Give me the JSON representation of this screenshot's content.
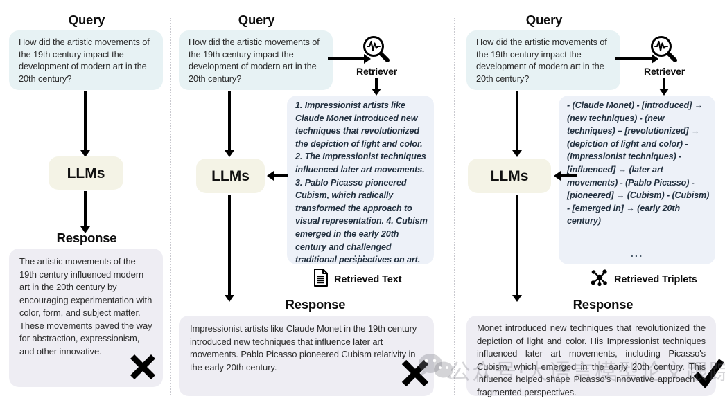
{
  "headings": {
    "query": "Query",
    "response": "Response",
    "retriever": "Retriever"
  },
  "llm_label": "LLMs",
  "query_text": "How did the artistic movements of the 19th century impact the development of modern art in the 20th century?",
  "ellipsis": "...",
  "columns": [
    {
      "id": "vanilla-llm",
      "query": "How did the artistic movements of the 19th century impact the development of modern art in the 20th century?",
      "response": "The artistic movements of the 19th century influenced modern art in the 20th century by encouraging experimentation with color, form, and subject matter. These movements paved the way for abstraction, expressionism, and other innovative.",
      "verdict": "cross"
    },
    {
      "id": "text-rag",
      "query": "How did the artistic movements of the 19th century impact the development of modern art in the 20th century?",
      "retrieved_label": "Retrieved Text",
      "retrieved_icon": "document-icon",
      "retrieved_items": [
        "1. Impressionist artists like Claude Monet introduced new techniques that revolutionized the depiction of light and color.",
        "2. The Impressionist techniques influenced later art movements.",
        "3. Pablo Picasso pioneered Cubism, which radically transformed the approach to visual representation.",
        "4. Cubism emerged in the early 20th century and challenged traditional perspectives on art."
      ],
      "response": "Impressionist artists like Claude Monet in the 19th century introduced new techniques that influence later art movements. Pablo Picasso pioneered Cubism relativity in the early 20th century.",
      "verdict": "cross"
    },
    {
      "id": "graph-rag",
      "query": "How did the artistic movements of the 19th century impact the development of modern art in the 20th century?",
      "retrieved_label": "Retrieved Triplets",
      "retrieved_icon": "graph-node-icon",
      "retrieved_items": [
        "- (Claude Monet) - [introduced] → (new techniques)",
        "- (new techniques) – [revolutionized] → (depiction of light and color)",
        "- (Impressionist techniques) - [influenced] → (later art movements)",
        "- (Pablo Picasso) - [pioneered] → (Cubism)",
        "- (Cubism) - [emerged in] → (early 20th century)"
      ],
      "response": "Monet introduced new techniques that revolutionized the depiction of light and color. His Impressionist techniques influenced later art movements, including Picasso's Cubism, which emerged in the early 20th century. This influence helped shape Picasso's innovative approach to fragmented perspectives.",
      "verdict": "check"
    }
  ],
  "watermark": {
    "text": "公众号·大语言模型论文跟踪",
    "logo": "wechat-logo"
  },
  "colors": {
    "query_box": "#e7f2f4",
    "llm_box": "#f4f3e6",
    "response_box": "#eeedf3",
    "context_box": "#edf1f8",
    "arrow": "#000000",
    "divider": "#c9c9cf",
    "text": "#2b2b2b"
  }
}
